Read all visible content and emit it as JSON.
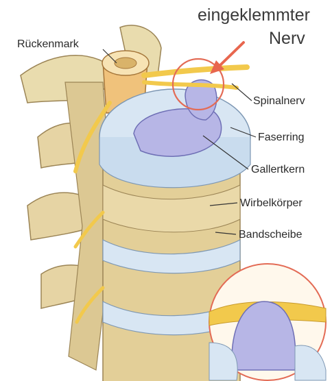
{
  "figure": {
    "title_line1": "eingeklemmter",
    "title_line2": "Nerv"
  },
  "labels": {
    "rueckenmark": "Rückenmark",
    "spinalnerv": "Spinalnerv",
    "faserring": "Faserring",
    "gallertkern": "Gallertkern",
    "wirbelkoerper": "Wirbelkörper",
    "bandscheibe": "Bandscheibe"
  },
  "colors": {
    "bone": "#e8d8aa",
    "bone_shadow": "#c9b27a",
    "disc_ring": "#d8e6f3",
    "nucleus": "#b7b6e6",
    "nerve": "#f2c94c",
    "spinal_cord": "#f0c27b",
    "highlight_circle": "#e36b55",
    "arrow": "#e8664e"
  }
}
